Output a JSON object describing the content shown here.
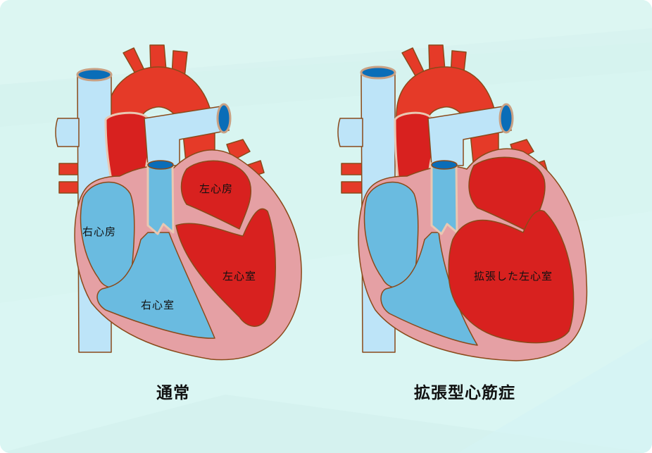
{
  "diagram": {
    "subject": "heart cross-section comparison",
    "colors": {
      "background": "#d8f5f1",
      "aorta": "#e53a28",
      "oxygenated_chamber": "#d8211f",
      "deoxygenated_chamber": "#6abbe0",
      "vein_light": "#bde4f8",
      "vein_lumen": "#0a6db8",
      "myocardium": "#e5a0a4",
      "outline": "#8a4a1a"
    },
    "panels": [
      {
        "id": "normal",
        "caption": "通常",
        "labels": {
          "right_atrium": "右心房",
          "right_ventricle": "右心室",
          "left_atrium": "左心房",
          "left_ventricle": "左心室"
        }
      },
      {
        "id": "dilated",
        "caption": "拡張型心筋症",
        "labels": {
          "dilated_left_ventricle": "拡張した左心室"
        }
      }
    ]
  }
}
